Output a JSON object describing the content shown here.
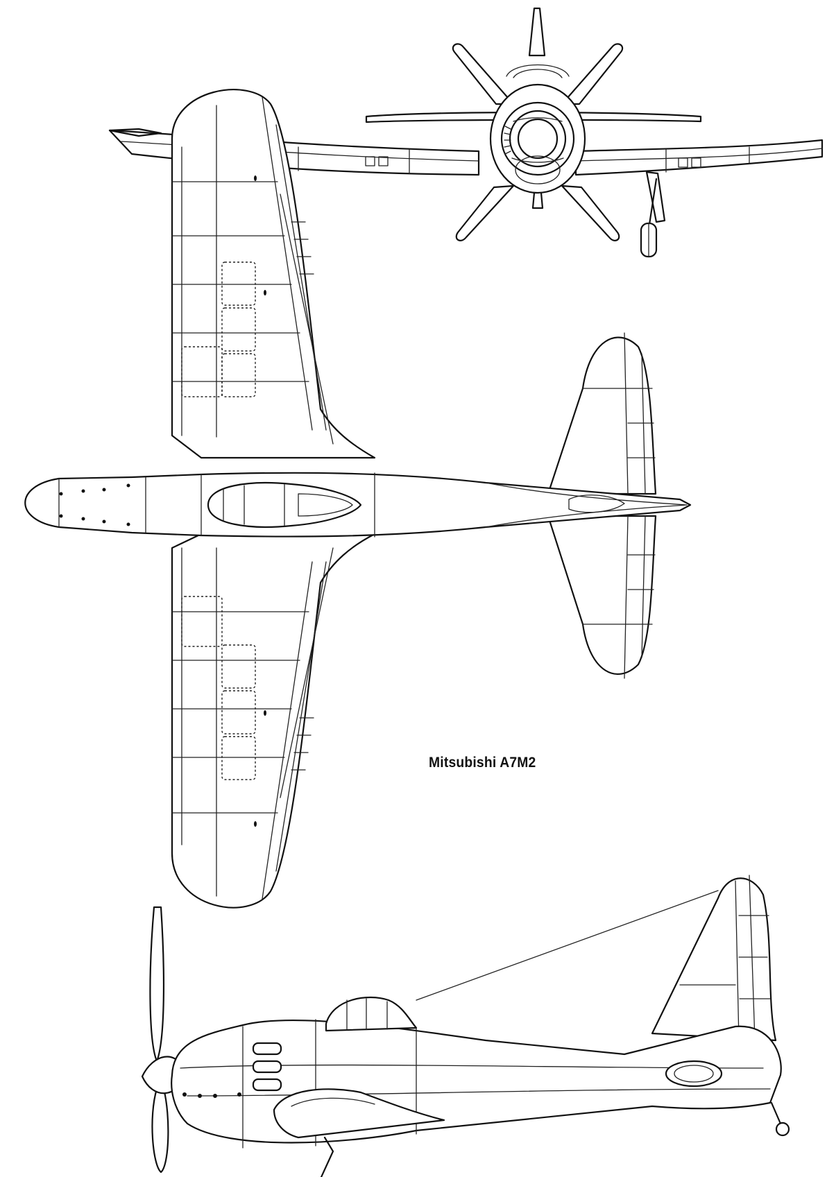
{
  "caption": "Mitsubishi A7M2",
  "views": [
    "front-view",
    "top-view",
    "side-view"
  ],
  "colors": {
    "line": "#111111",
    "paper": "#ffffff"
  }
}
